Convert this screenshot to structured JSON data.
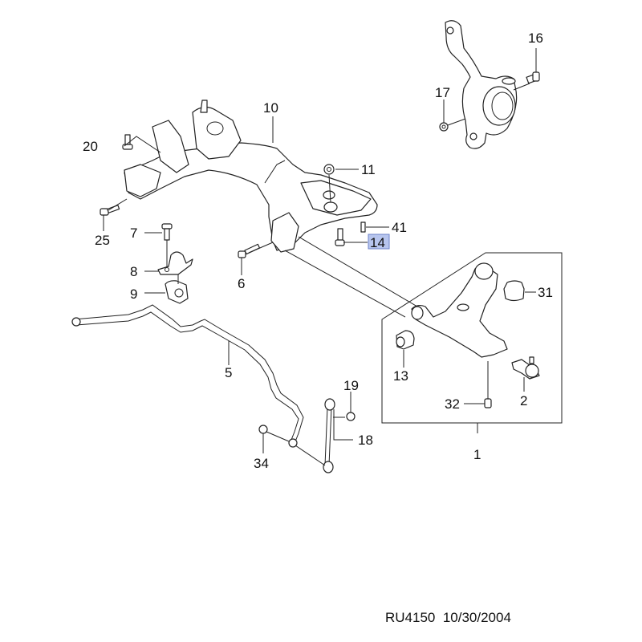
{
  "diagram": {
    "title": "Front suspension crossmember, lower control arm and stabilizer bar exploded view",
    "highlight_color": "#b7c5ee",
    "callouts": [
      {
        "id": "1",
        "label": "1",
        "part": "lower-control-arm-assembly"
      },
      {
        "id": "2",
        "label": "2",
        "part": "ball-joint"
      },
      {
        "id": "5",
        "label": "5",
        "part": "stabilizer-bar"
      },
      {
        "id": "6",
        "label": "6",
        "part": "bolt"
      },
      {
        "id": "7",
        "label": "7",
        "part": "bolt"
      },
      {
        "id": "8",
        "label": "8",
        "part": "stabilizer-clamp"
      },
      {
        "id": "9",
        "label": "9",
        "part": "stabilizer-bushing"
      },
      {
        "id": "10",
        "label": "10",
        "part": "crossmember"
      },
      {
        "id": "11",
        "label": "11",
        "part": "nut"
      },
      {
        "id": "13",
        "label": "13",
        "part": "front-bushing"
      },
      {
        "id": "14",
        "label": "14",
        "part": "bolt",
        "highlighted": true
      },
      {
        "id": "16",
        "label": "16",
        "part": "bolt"
      },
      {
        "id": "17",
        "label": "17",
        "part": "nut"
      },
      {
        "id": "18",
        "label": "18",
        "part": "stabilizer-link"
      },
      {
        "id": "19",
        "label": "19",
        "part": "nut"
      },
      {
        "id": "20",
        "label": "20",
        "part": "bolt"
      },
      {
        "id": "25",
        "label": "25",
        "part": "bolt"
      },
      {
        "id": "31",
        "label": "31",
        "part": "rear-bushing"
      },
      {
        "id": "32",
        "label": "32",
        "part": "pin"
      },
      {
        "id": "34",
        "label": "34",
        "part": "nut"
      },
      {
        "id": "41",
        "label": "41",
        "part": "stud"
      }
    ]
  },
  "footer": {
    "code": "RU4150",
    "date": "10/30/2004"
  }
}
